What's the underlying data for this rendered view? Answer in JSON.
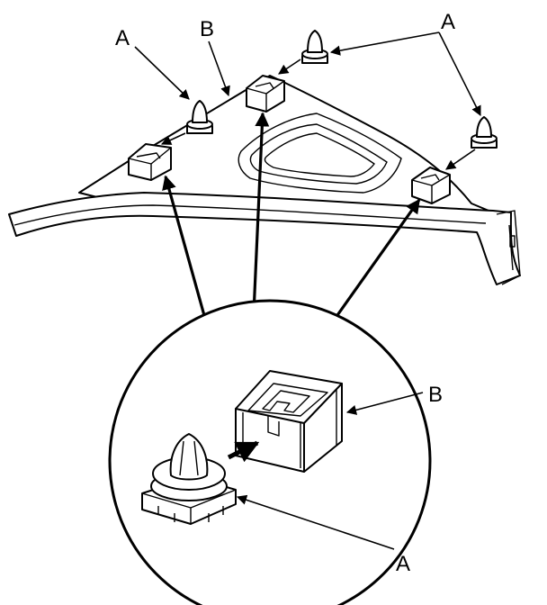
{
  "labels": {
    "a_top_left": "A",
    "b_top": "B",
    "a_top_right": "A",
    "b_detail": "B",
    "a_detail": "A"
  },
  "colors": {
    "ink": "#000000",
    "paper": "#ffffff"
  }
}
